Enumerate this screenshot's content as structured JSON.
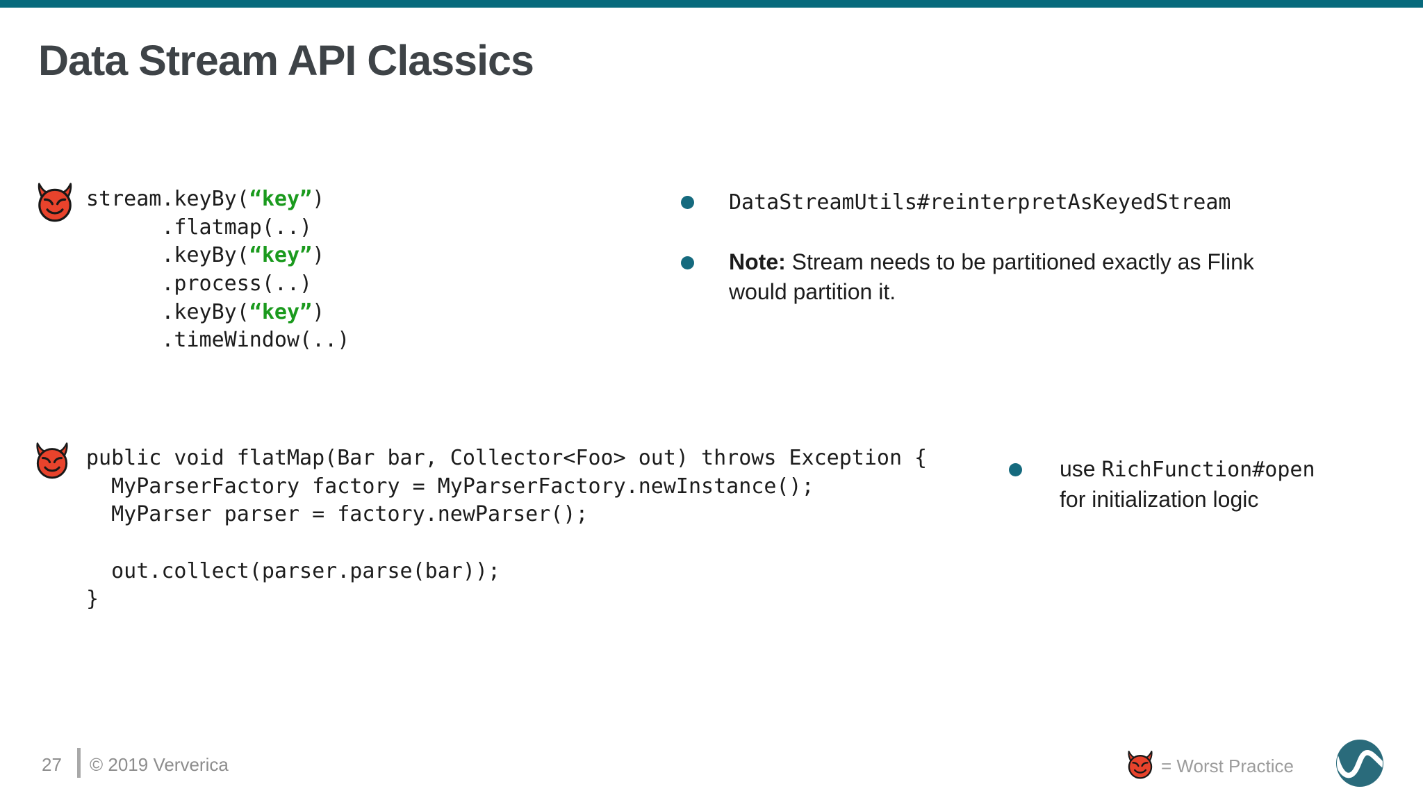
{
  "title": "Data Stream API Classics",
  "code_block_1": {
    "lines": [
      {
        "a": "stream.keyBy(",
        "key": "“key”",
        "b": ")"
      },
      {
        "a": "      .flatmap(..)",
        "key": "",
        "b": ""
      },
      {
        "a": "      .keyBy(",
        "key": "“key”",
        "b": ")"
      },
      {
        "a": "      .process(..)",
        "key": "",
        "b": ""
      },
      {
        "a": "      .keyBy(",
        "key": "“key”",
        "b": ")"
      },
      {
        "a": "      .timeWindow(..)",
        "key": "",
        "b": ""
      }
    ]
  },
  "bullets_top": {
    "item1": {
      "code_text": "DataStreamUtils#reinterpretAsKeyedStream"
    },
    "item2": {
      "bold_prefix": "Note:",
      "line1_rest": " Stream needs to be partitioned exactly as Flink",
      "line2": "would partition it."
    }
  },
  "code_block_2": {
    "lines": [
      "public void flatMap(Bar bar, Collector<Foo> out) throws Exception {",
      "  MyParserFactory factory = MyParserFactory.newInstance();",
      "  MyParser parser = factory.newParser();",
      "",
      "  out.collect(parser.parse(bar));",
      "}"
    ]
  },
  "bullets_right": {
    "item1": {
      "plain_prefix": "use ",
      "code_text": "RichFunction#open",
      "line2": "for initialization logic"
    }
  },
  "footer": {
    "page_number": "27",
    "copyright": "© 2019 Ververica",
    "legend_text": "= Worst Practice"
  },
  "icons": {
    "devil": "smiling-devil-emoji (worst-practice marker)",
    "logo": "ververica-wave-logo"
  },
  "colors": {
    "top_bar_teal": "#076a7c",
    "bullet_teal": "#156a7e",
    "code_string_green": "#1a9a1d",
    "title_gray": "#3e4347",
    "code_text": "#1c1c1c",
    "footer_gray": "#8d8d8d",
    "logo_teal": "#2a6b7b",
    "devil_red": "#e8432c"
  }
}
